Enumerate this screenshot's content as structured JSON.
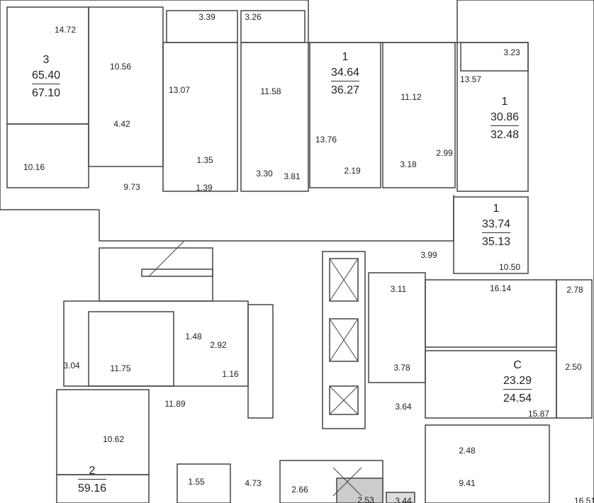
{
  "apartments": [
    {
      "type": "3",
      "living": "65.40",
      "total": "67.10"
    },
    {
      "type": "1",
      "living": "34.64",
      "total": "36.27"
    },
    {
      "type": "1",
      "living": "30.86",
      "total": "32.48"
    },
    {
      "type": "1",
      "living": "33.74",
      "total": "35.13"
    },
    {
      "type": "С",
      "living": "23.29",
      "total": "24.54"
    },
    {
      "type": "2",
      "living": "59.16"
    }
  ],
  "rooms": [
    "14.72",
    "10.56",
    "4.42",
    "10.16",
    "9.73",
    "13.07",
    "3.39",
    "3.26",
    "1.35",
    "1.39",
    "3.30",
    "11.58",
    "13.76",
    "3.81",
    "2.19",
    "11.12",
    "3.18",
    "2.99",
    "3.23",
    "13.57",
    "3.99",
    "10.50",
    "16.14",
    "2.78",
    "3.11",
    "1.48",
    "2.92",
    "3.04",
    "11.75",
    "1.16",
    "11.89",
    "3.78",
    "3.64",
    "2.50",
    "15.87",
    "10.62",
    "2.48",
    "1.55",
    "4.73",
    "2.66",
    "2.53",
    "9.41",
    "3.44",
    "16.51"
  ]
}
